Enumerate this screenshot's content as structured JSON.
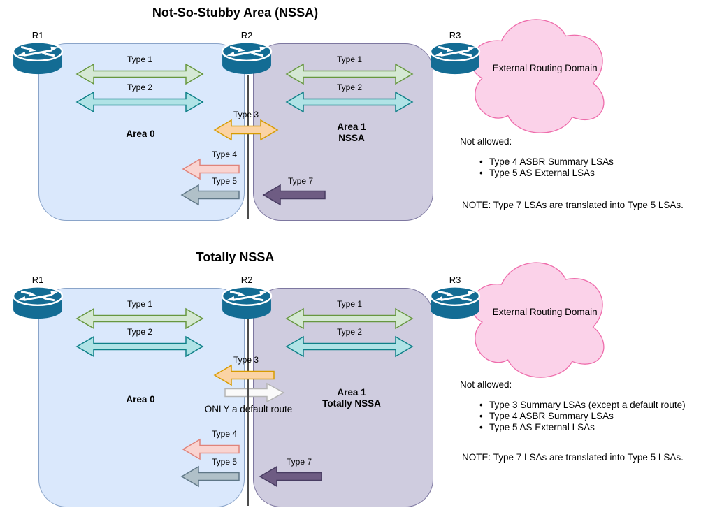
{
  "colors": {
    "area0_fill": "#dae8fc",
    "area0_border": "#8aa4c9",
    "area1_fill": "#cfccdf",
    "area1_border": "#7d77a0",
    "cloud_fill": "#fbd2e9",
    "cloud_border": "#ee6cab",
    "router": "#136c94",
    "arrow_green_fill": "#d5e8d4",
    "arrow_green_stroke": "#67973f",
    "arrow_teal_fill": "#b0e3e6",
    "arrow_teal_stroke": "#0e8088",
    "arrow_orange_fill": "#fbd3a4",
    "arrow_orange_stroke": "#d79b00",
    "arrow_pink_fill": "#f9d4d1",
    "arrow_pink_stroke": "#e0837a",
    "arrow_gray_fill": "#b0c0c8",
    "arrow_gray_stroke": "#5f7787",
    "arrow_purple_fill": "#6e5c83",
    "arrow_purple_stroke": "#483c62",
    "arrow_white_fill": "#fafafa",
    "arrow_white_stroke": "#b5b5b5",
    "connector": "#4d4d4d"
  },
  "diagrams": [
    {
      "title": "Not-So-Stubby Area (NSSA)",
      "routers": [
        "R1",
        "R2",
        "R3"
      ],
      "area0": {
        "label": "Area 0"
      },
      "area1": {
        "line1": "Area 1",
        "line2": "NSSA"
      },
      "cloud_label": "External Routing Domain",
      "lsa": {
        "t1": "Type 1",
        "t2": "Type 2",
        "t3": "Type 3",
        "t4": "Type 4",
        "t5": "Type 5",
        "t7": "Type 7"
      },
      "not_allowed": {
        "title": "Not allowed:",
        "items": [
          "Type 4 ASBR Summary LSAs",
          "Type 5 AS External LSAs"
        ]
      },
      "note": "NOTE: Type 7 LSAs are translated into Type 5 LSAs."
    },
    {
      "title": "Totally NSSA",
      "routers": [
        "R1",
        "R2",
        "R3"
      ],
      "area0": {
        "label": "Area 0"
      },
      "area1": {
        "line1": "Area 1",
        "line2": "Totally NSSA"
      },
      "cloud_label": "External Routing Domain",
      "lsa": {
        "t1": "Type 1",
        "t2": "Type 2",
        "t3": "Type 3",
        "t4": "Type 4",
        "t5": "Type 5",
        "t7": "Type 7"
      },
      "default_route_label": "ONLY a default route",
      "not_allowed": {
        "title": "Not allowed:",
        "items": [
          "Type 3 Summary LSAs (except a default route)",
          "Type 4 ASBR Summary LSAs",
          "Type 5 AS External LSAs"
        ]
      },
      "note": "NOTE: Type 7 LSAs are translated into Type 5 LSAs."
    }
  ]
}
